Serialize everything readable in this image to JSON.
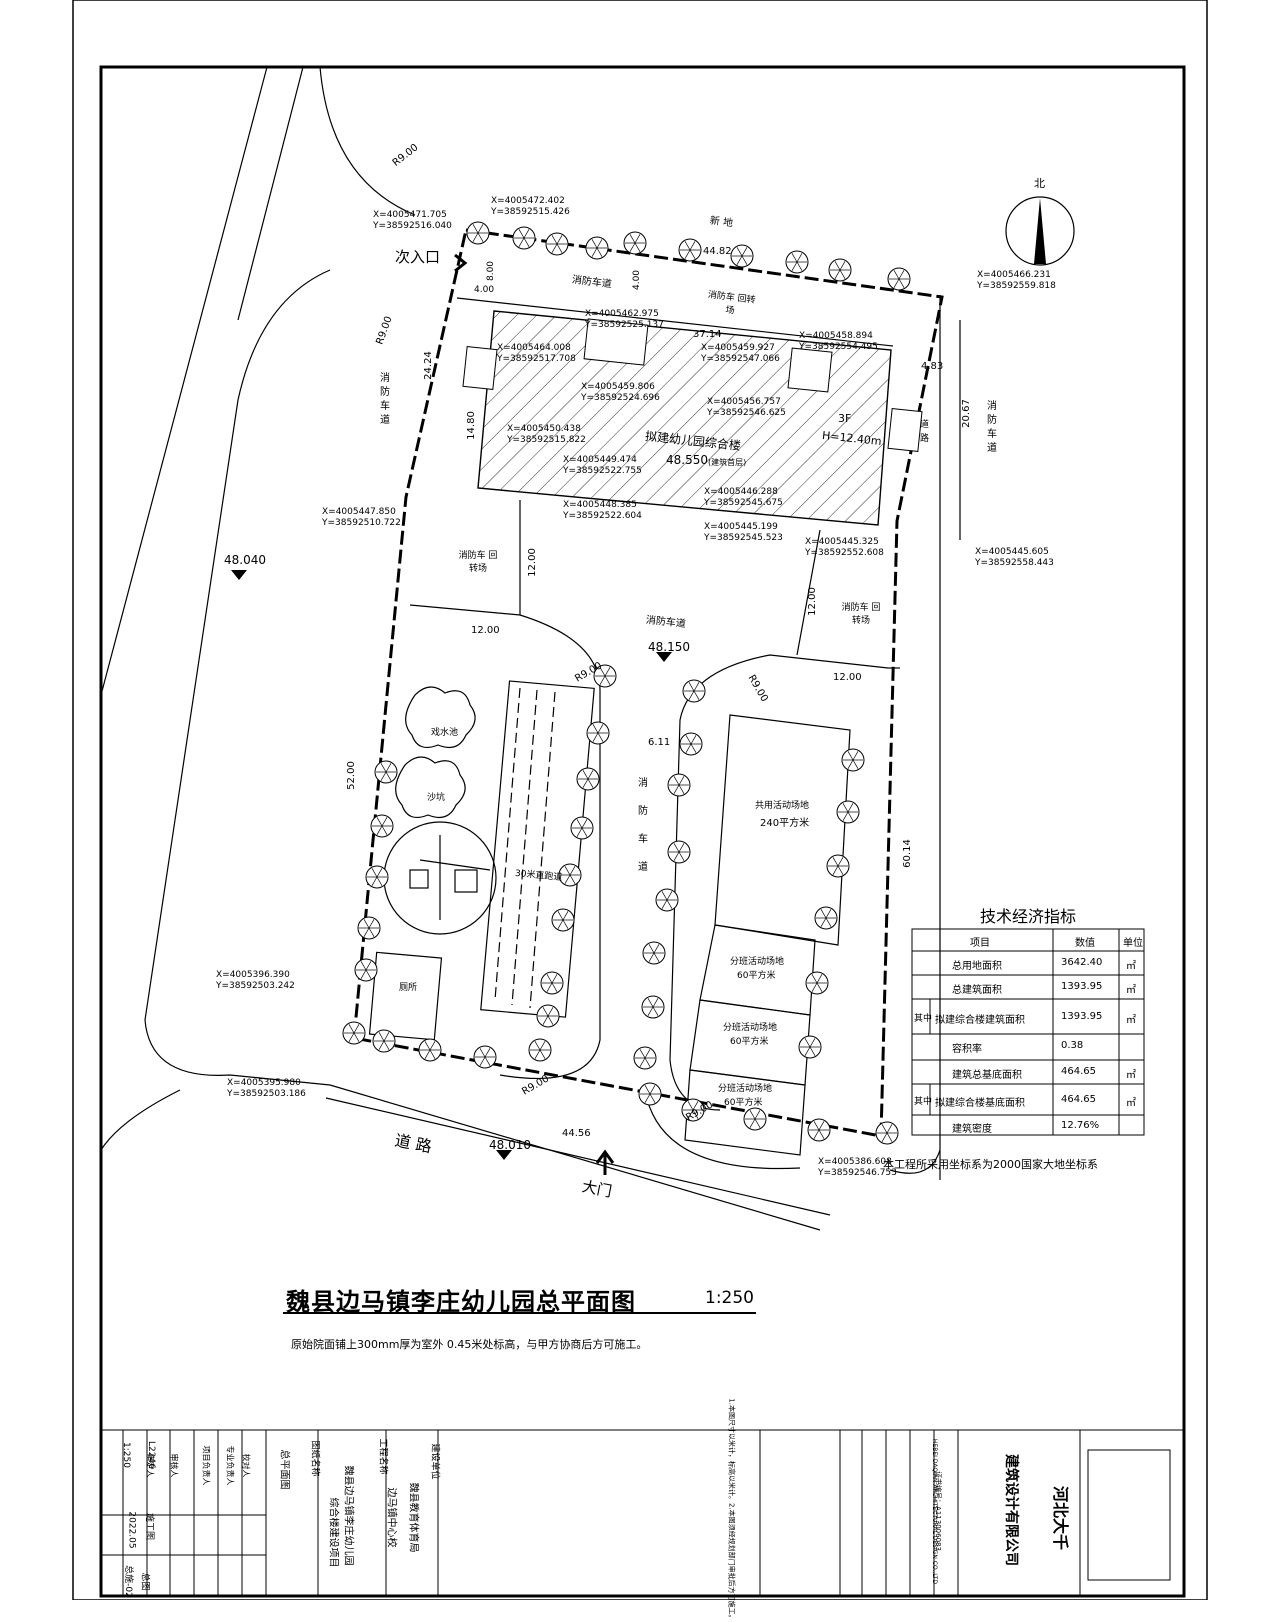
{
  "title": {
    "main": "魏县边马镇李庄幼儿园总平面图",
    "scale": "1:250",
    "note": "原始院面铺上300mm厚为室外 0.45米处标高，与甲方协商后方可施工。"
  },
  "north": "北",
  "roads": {
    "road_label": "道  路",
    "main_gate": "大门",
    "side_entry": "次入口"
  },
  "zones": {
    "neighbor_top": "新  地",
    "fire_lane_top": "消防车道",
    "fire_turn_top": "消防车 回转场",
    "building_name": "拟建幼儿园综合楼",
    "building_floors": "3F",
    "building_height": "H=12.40m",
    "building_level": "48.550",
    "building_level_note": "(建筑首层)",
    "fire_turn_left": "消防车 回转场",
    "fire_turn_right": "消防车 回转场",
    "fire_lane_mid": "消防车道",
    "fire_lane_vertical": "消 防 车 道",
    "fire_lane_left_side": "消 防 车 道",
    "fire_lane_right_side": "消 防 车 道",
    "water_play": "戏水池",
    "sandpit": "沙坑",
    "runway": "30米直跑道",
    "toilet": "厕所",
    "shared_area": "共用活动场地",
    "shared_area_size": "240平方米",
    "class_area_1": "分班活动场地",
    "class_area_2": "分班活动场地",
    "class_area_3": "分班活动场地",
    "class_area_size": "60平方米",
    "small_label": "道路"
  },
  "elevations": {
    "left": "48.040",
    "center": "48.150",
    "bottom": "48.010"
  },
  "dimensions": {
    "d_8": "8.00",
    "d_4a": "4.00",
    "d_4b": "4.00",
    "d_44_82": "44.82",
    "d_37_14": "37.14",
    "d_4_83": "4.83",
    "d_24_24": "24.24",
    "d_14_80": "14.80",
    "d_20_67": "20.67",
    "d_12_v1": "12.00",
    "d_12_v2": "12.00",
    "d_12_h1": "12.00",
    "d_12_h2": "12.00",
    "d_6_11": "6.11",
    "d_52": "52.00",
    "d_60_14": "60.14",
    "d_44_56": "44.56",
    "r9_1": "R9.00",
    "r9_2": "R9.00",
    "r9_3": "R9.00",
    "r9_4": "R9.00",
    "r9_5": "R9.00",
    "r9_6": "R9.00"
  },
  "coordinates": [
    {
      "x": "X=4005471.705",
      "y": "Y=38592516.040"
    },
    {
      "x": "X=4005472.402",
      "y": "Y=38592515.426"
    },
    {
      "x": "X=4005466.231",
      "y": "Y=38592559.818"
    },
    {
      "x": "X=4005462.975",
      "y": "Y=38592525.137"
    },
    {
      "x": "X=4005464.008",
      "y": "Y=38592517.708"
    },
    {
      "x": "X=4005459.927",
      "y": "Y=38592547.066"
    },
    {
      "x": "X=4005458.894",
      "y": "Y=38592554.495"
    },
    {
      "x": "X=4005459.806",
      "y": "Y=38592524.696"
    },
    {
      "x": "X=4005456.757",
      "y": "Y=38592546.625"
    },
    {
      "x": "X=4005450.438",
      "y": "Y=38592515.822"
    },
    {
      "x": "X=4005449.474",
      "y": "Y=38592522.755"
    },
    {
      "x": "X=4005448.385",
      "y": "Y=38592522.604"
    },
    {
      "x": "X=4005446.288",
      "y": "Y=38592545.675"
    },
    {
      "x": "X=4005445.199",
      "y": "Y=38592545.523"
    },
    {
      "x": "X=4005445.325",
      "y": "Y=38592552.608"
    },
    {
      "x": "X=4005447.850",
      "y": "Y=38592510.722"
    },
    {
      "x": "X=4005445.605",
      "y": "Y=38592558.443"
    },
    {
      "x": "X=4005396.390",
      "y": "Y=38592503.242"
    },
    {
      "x": "X=4005395.980",
      "y": "Y=38592503.186"
    },
    {
      "x": "X=4005386.608",
      "y": "Y=38592546.753"
    }
  ],
  "indicators": {
    "heading": "技术经济指标",
    "columns": [
      "项目",
      "数值",
      "单位"
    ],
    "rows": [
      {
        "group": "",
        "name": "总用地面积",
        "value": "3642.40",
        "unit": "㎡"
      },
      {
        "group": "",
        "name": "总建筑面积",
        "value": "1393.95",
        "unit": "㎡"
      },
      {
        "group": "其中",
        "name": "拟建综合楼建筑面积",
        "value": "1393.95",
        "unit": "㎡"
      },
      {
        "group": "",
        "name": "容积率",
        "value": "0.38",
        "unit": ""
      },
      {
        "group": "",
        "name": "建筑总基底面积",
        "value": "464.65",
        "unit": "㎡"
      },
      {
        "group": "其中",
        "name": "拟建综合楼基底面积",
        "value": "464.65",
        "unit": "㎡"
      },
      {
        "group": "",
        "name": "建筑密度",
        "value": "12.76%",
        "unit": ""
      }
    ],
    "footnote": "本工程所采用坐标系为2000国家大地坐标系"
  },
  "title_block": {
    "company": "河北大千",
    "company2": "建筑设计有限公司",
    "company_small": "HEBEI DAQIAN ARCHITECTURAL DESIGN CO.,LTD",
    "drawing_name_label": "图纸名称",
    "drawing_name": "总平面图",
    "project_label": "工程名称",
    "project": "魏县边马镇李庄幼儿园",
    "project2": "综合楼建设项目",
    "client_label": "建设单位",
    "client": "魏县教育体育局",
    "client2": "边马镇中心校",
    "roles": [
      "审定人",
      "审核人",
      "项目负责人",
      "专业负责人",
      "校对人",
      "设计人"
    ],
    "drawing_no": "总施-02",
    "date": "2022.05",
    "scale": "1:250",
    "project_no": "L2246",
    "stage": "施工图",
    "discipline": "总图",
    "cert": "证书编号：A113006083",
    "notes": "1.本图尺寸以米计，标高以米计。2.本图须经规划部门审批后方可施工。"
  }
}
